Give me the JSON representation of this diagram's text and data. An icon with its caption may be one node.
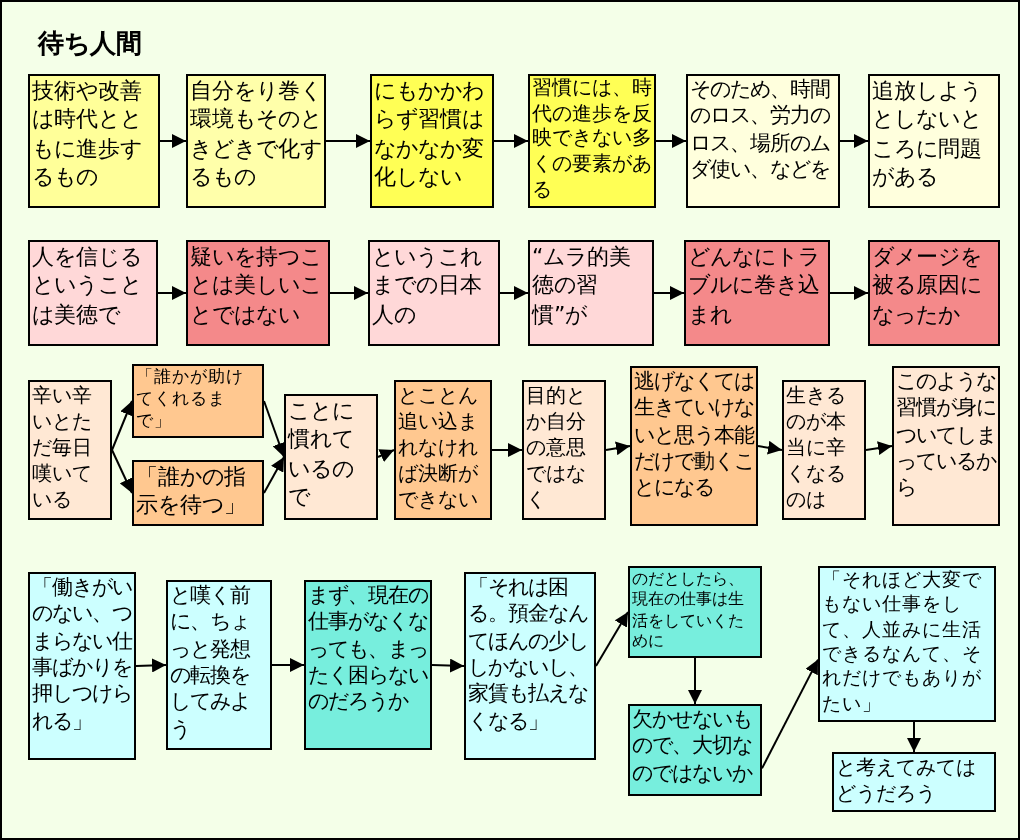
{
  "diagram": {
    "title": "待ち人間",
    "nodes": [
      {
        "text": [
          "技術や改善は時代とともに進歩するもの"
        ]
      },
      {
        "text": [
          "自分をり巻く環境もそのときどきで化するもの"
        ]
      },
      {
        "text": [
          "にもかかわらず習慣はなかなか変化しない"
        ]
      },
      {
        "text": [
          "習慣には、時代の進歩を反映できない多くの要素がある"
        ]
      },
      {
        "text": [
          "そのため、時間のロス、労力のロス、場所のムダ使い、などを"
        ]
      },
      {
        "text": [
          "追放しようとしないところに問題がある"
        ]
      },
      {
        "text": [
          "人を信じるということは美徳で"
        ]
      },
      {
        "text": [
          "疑いを持つことは美しいことではない"
        ]
      },
      {
        "text": [
          "というこれまでの日本人の"
        ]
      },
      {
        "text": [
          "“ムラ的美徳の習慣”が"
        ]
      },
      {
        "text": [
          "どんなにトラブルに巻き込まれ"
        ]
      },
      {
        "text": [
          "ダメージを被る原因になったか"
        ]
      },
      {
        "text": [
          "辛い辛いとただ毎日嘆いている"
        ]
      },
      {
        "text": [
          "「誰かが助けてくれるまで」"
        ]
      },
      {
        "text": [
          "「誰かの指示を待つ」"
        ]
      },
      {
        "text": [
          "ことに慣れているので"
        ]
      },
      {
        "text": [
          "とことん追い込まれなければ決断ができない"
        ]
      },
      {
        "text": [
          "目的とか自分の意思ではなく"
        ]
      },
      {
        "text": [
          "逃げなくては生きていけないと思う本能だけで動くことになる"
        ]
      },
      {
        "text": [
          "生きるのが本当に辛くなるのは"
        ]
      },
      {
        "text": [
          "このような習慣が身についてしまっているから"
        ]
      },
      {
        "text": [
          "「働きがいのない、つまらない仕事ばかりを押しつけられる」"
        ]
      },
      {
        "text": [
          "と嘆く前に、ちょっと発想の転換をしてみよう"
        ]
      },
      {
        "text": [
          "まず、現在の仕事がなくなっても、まったく困らないのだろうか"
        ]
      },
      {
        "text": [
          "「それは困る。預金なんてほんの少ししかないし、家賃も払えなくなる」"
        ]
      },
      {
        "text": [
          "のだとしたら、現在の仕事は生活をしていくために"
        ]
      },
      {
        "text": [
          "欠かせないもので、大切なのではないか"
        ]
      },
      {
        "text": [
          "「それほど大変でもない仕事をして、人並みに生活できるなんて、それだけでもありがたい」"
        ]
      },
      {
        "text": [
          "と考えてみてはどうだろう"
        ]
      }
    ],
    "edges": [
      {
        "from": 0,
        "to": 1,
        "arrow": "to"
      },
      {
        "from": 1,
        "to": 2,
        "arrow": "to"
      },
      {
        "from": 2,
        "to": 3,
        "arrow": "to"
      },
      {
        "from": 3,
        "to": 4,
        "arrow": "to"
      },
      {
        "from": 4,
        "to": 5,
        "arrow": "to"
      },
      {
        "from": 6,
        "to": 7,
        "arrow": "to"
      },
      {
        "from": 7,
        "to": 8,
        "arrow": "to"
      },
      {
        "from": 8,
        "to": 9,
        "arrow": "to"
      },
      {
        "from": 9,
        "to": 10,
        "arrow": "to"
      },
      {
        "from": 10,
        "to": 11,
        "arrow": "to"
      },
      {
        "from": 12,
        "to": 13,
        "arrow": "to"
      },
      {
        "from": 12,
        "to": 14,
        "arrow": "to"
      },
      {
        "from": 13,
        "to": 15,
        "arrow": "to"
      },
      {
        "from": 14,
        "to": 15,
        "arrow": "to"
      },
      {
        "from": 15,
        "to": 16,
        "arrow": "to"
      },
      {
        "from": 16,
        "to": 17,
        "arrow": "to"
      },
      {
        "from": 17,
        "to": 18,
        "arrow": "to"
      },
      {
        "from": 18,
        "to": 19,
        "arrow": "to"
      },
      {
        "from": 19,
        "to": 20,
        "arrow": "to"
      },
      {
        "from": 21,
        "to": 22,
        "arrow": "to"
      },
      {
        "from": 22,
        "to": 23,
        "arrow": "to"
      },
      {
        "from": 23,
        "to": 24,
        "arrow": "to"
      },
      {
        "from": 24,
        "to": 25,
        "arrow": "to"
      },
      {
        "from": 25,
        "to": 26,
        "arrow": "to"
      },
      {
        "from": 26,
        "to": 27,
        "arrow": "to"
      },
      {
        "from": 27,
        "to": 28,
        "arrow": "to"
      }
    ]
  }
}
